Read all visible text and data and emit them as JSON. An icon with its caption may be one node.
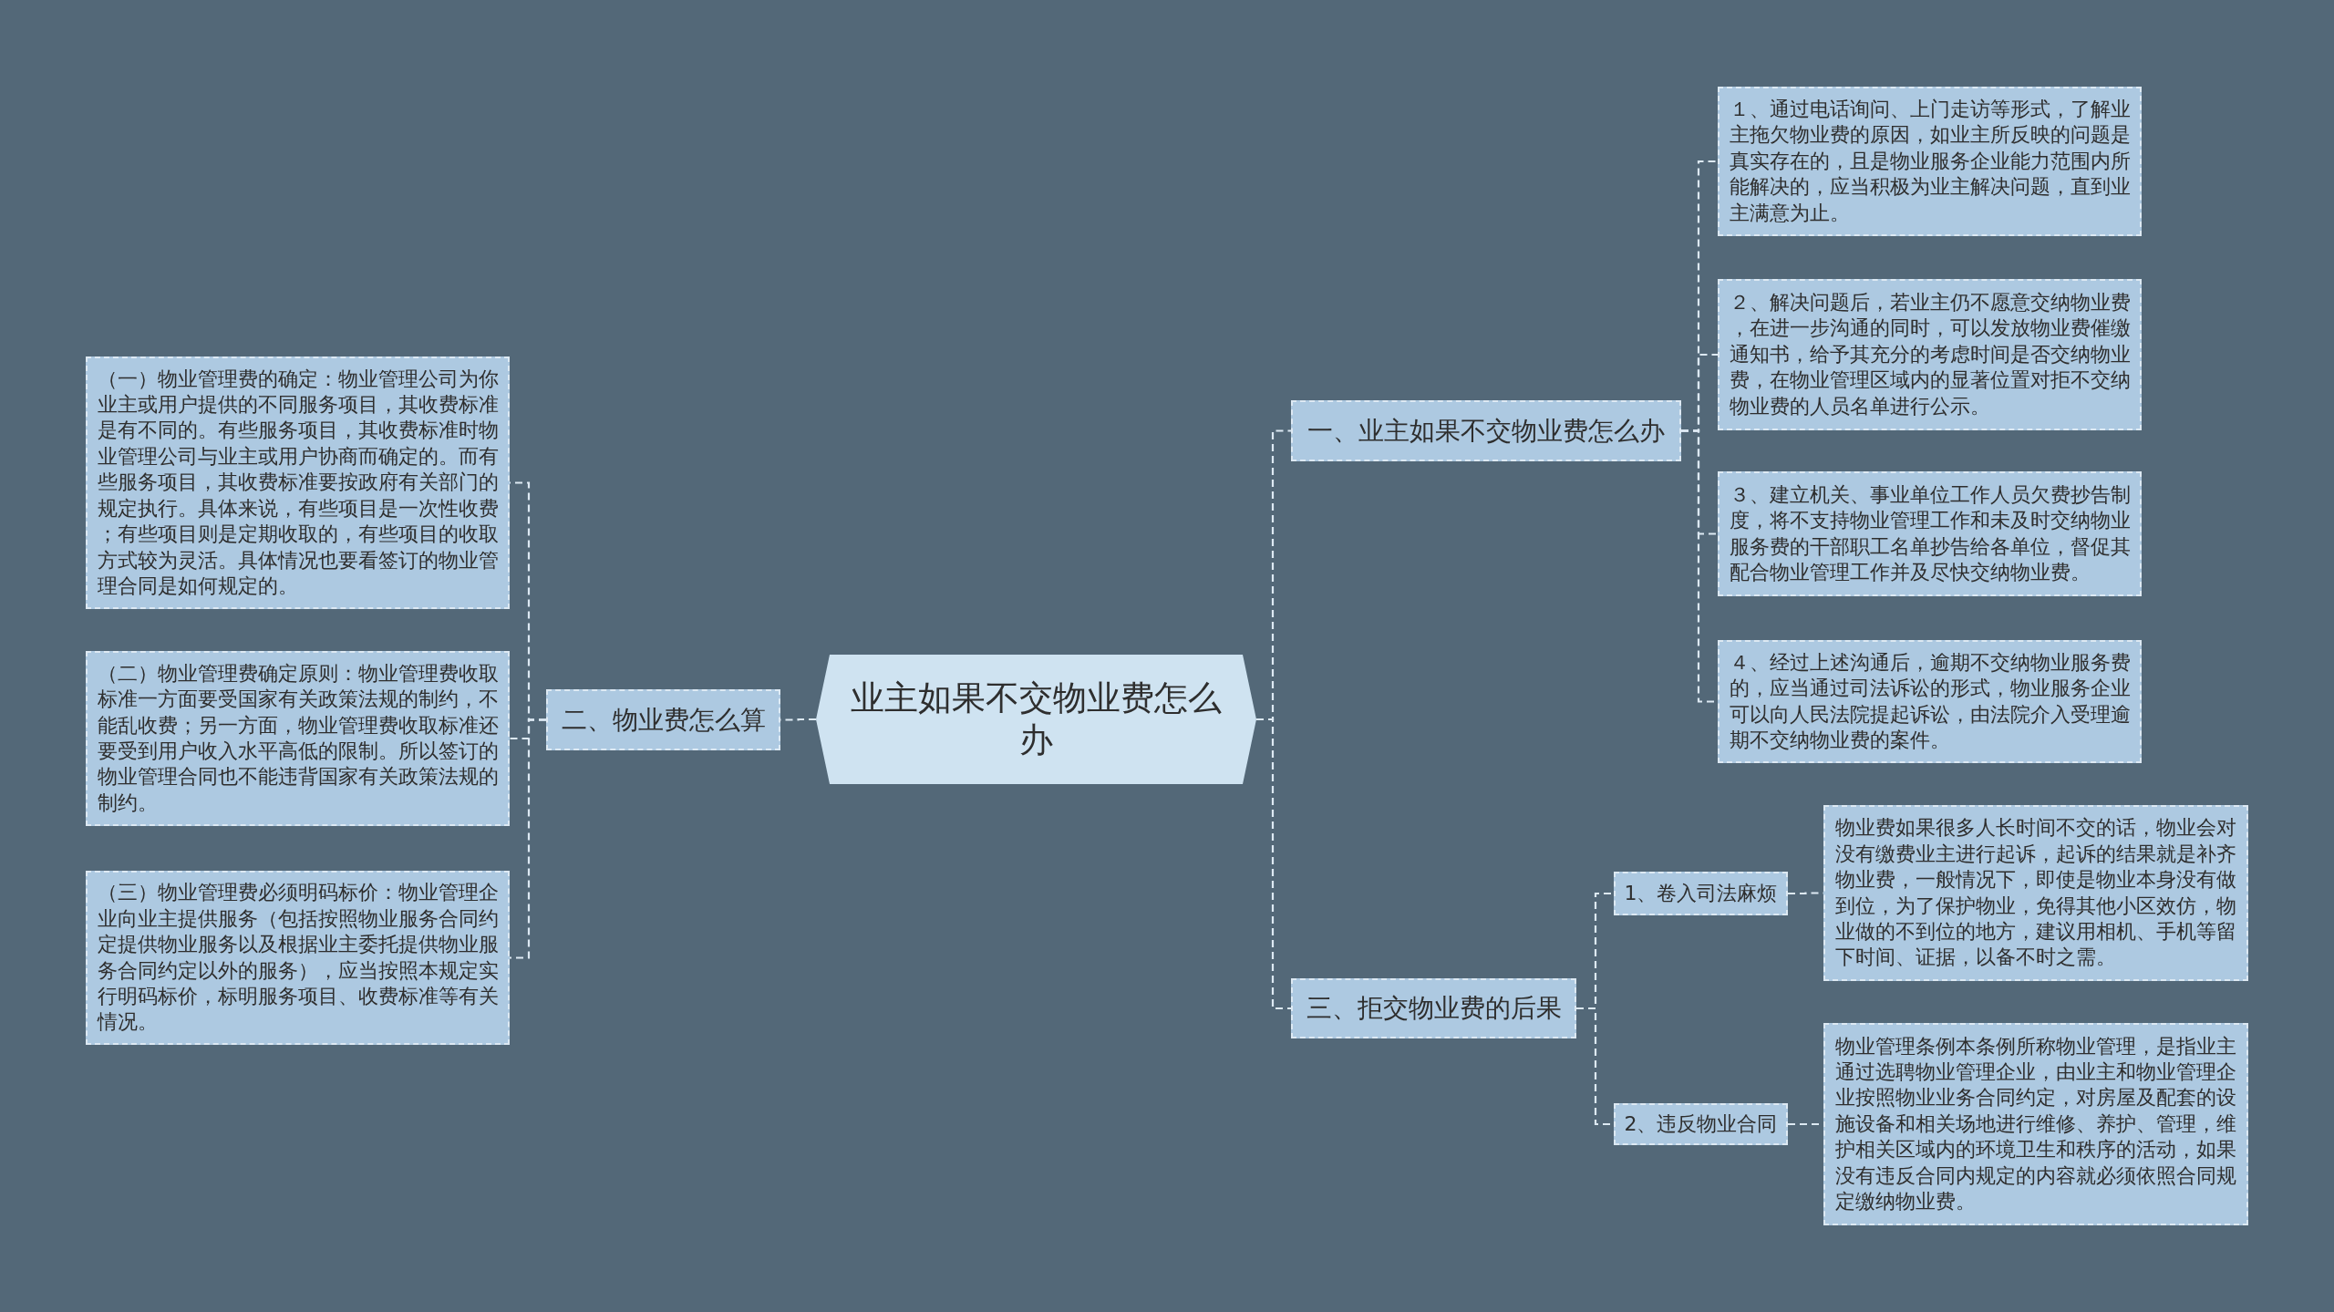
{
  "diagram": {
    "nodes": [
      {
        "text": [
          "业主如果不交物业费怎么办"
        ]
      },
      {
        "text": [
          "一、业主如果不交物业费怎么办"
        ]
      },
      {
        "text": [
          "１、通过电话询问、上门走访等形式，了解业主拖欠物业费的原因，如业主所反映的问题是真实存在的，且是物业服务企业能力范围内所能解决的，应当积极为业主解决问题，直到业主满意为止。"
        ]
      },
      {
        "text": [
          "２、解决问题后，若业主仍不愿意交纳物业费，在进一步沟通的同时，可以发放物业费催缴通知书，给予其充分的考虑时间是否交纳物业费，在物业管理区域内的显著位置对拒不交纳物业费的人员名单进行公示。"
        ]
      },
      {
        "text": [
          "３、建立机关、事业单位工作人员欠费抄告制度，将不支持物业管理工作和未及时交纳物业服务费的干部职工名单抄告给各单位，督促其配合物业管理工作并及尽快交纳物业费。"
        ]
      },
      {
        "text": [
          "４、经过上述沟通后，逾期不交纳物业服务费的，应当通过司法诉讼的形式，物业服务企业可以向人民法院提起诉讼，由法院介入受理逾期不交纳物业费的案件。"
        ]
      },
      {
        "text": [
          "二、物业费怎么算"
        ]
      },
      {
        "text": [
          "（一）物业管理费的确定：物业管理公司为你业主或用户提供的不同服务项目，其收费标准是有不同的。有些服务项目，其收费标准时物业管理公司与业主或用户协商而确定的。而有些服务项目，其收费标准要按政府有关部门的规定执行。具体来说，有些项目是一次性收费；有些项目则是定期收取的，有些项目的收取方式较为灵活。具体情况也要看签订的物业管理合同是如何规定的。"
        ]
      },
      {
        "text": [
          "（二）物业管理费确定原则：物业管理费收取标准一方面要受国家有关政策法规的制约，不能乱收费；另一方面，物业管理费收取标准还要受到用户收入水平高低的限制。所以签订的物业管理合同也不能违背国家有关政策法规的制约。"
        ]
      },
      {
        "text": [
          "（三）物业管理费必须明码标价：物业管理企业向业主提供服务（包括按照物业服务合同约定提供物业服务以及根据业主委托提供物业服务合同约定以外的服务），应当按照本规定实行明码标价，标明服务项目、收费标准等有关情况。"
        ]
      },
      {
        "text": [
          "三、拒交物业费的后果"
        ]
      },
      {
        "text": [
          "1、卷入司法麻烦"
        ]
      },
      {
        "text": [
          "物业费如果很多人长时间不交的话，物业会对没有缴费业主进行起诉，起诉的结果就是补齐物业费，一般情况下，即使是物业本身没有做到位，为了保护物业，免得其他小区效仿，物业做的不到位的地方，建议用相机、手机等留下时间、证据，以备不时之需。"
        ]
      },
      {
        "text": [
          "2、违反物业合同"
        ]
      },
      {
        "text": [
          "物业管理条例本条例所称物业管理，是指业主通过选聘物业管理企业，由业主和物业管理企业按照物业业务合同约定，对房屋及配套的设施设备和相关场地进行维修、养护、管理，维护相关区域内的环境卫生和秩序的活动，如果没有违反合同内规定的内容就必须依照合同规定缴纳物业费。"
        ]
      }
    ],
    "edges": [
      {
        "from": 0,
        "to": 1,
        "arrow": "none"
      },
      {
        "from": 1,
        "to": 2,
        "arrow": "none"
      },
      {
        "from": 1,
        "to": 3,
        "arrow": "none"
      },
      {
        "from": 1,
        "to": 4,
        "arrow": "none"
      },
      {
        "from": 1,
        "to": 5,
        "arrow": "none"
      },
      {
        "from": 0,
        "to": 6,
        "arrow": "none"
      },
      {
        "from": 6,
        "to": 7,
        "arrow": "none"
      },
      {
        "from": 6,
        "to": 8,
        "arrow": "none"
      },
      {
        "from": 6,
        "to": 9,
        "arrow": "none"
      },
      {
        "from": 0,
        "to": 10,
        "arrow": "none"
      },
      {
        "from": 10,
        "to": 11,
        "arrow": "none"
      },
      {
        "from": 11,
        "to": 12,
        "arrow": "none"
      },
      {
        "from": 10,
        "to": 13,
        "arrow": "none"
      },
      {
        "from": 13,
        "to": 14,
        "arrow": "none"
      }
    ]
  }
}
